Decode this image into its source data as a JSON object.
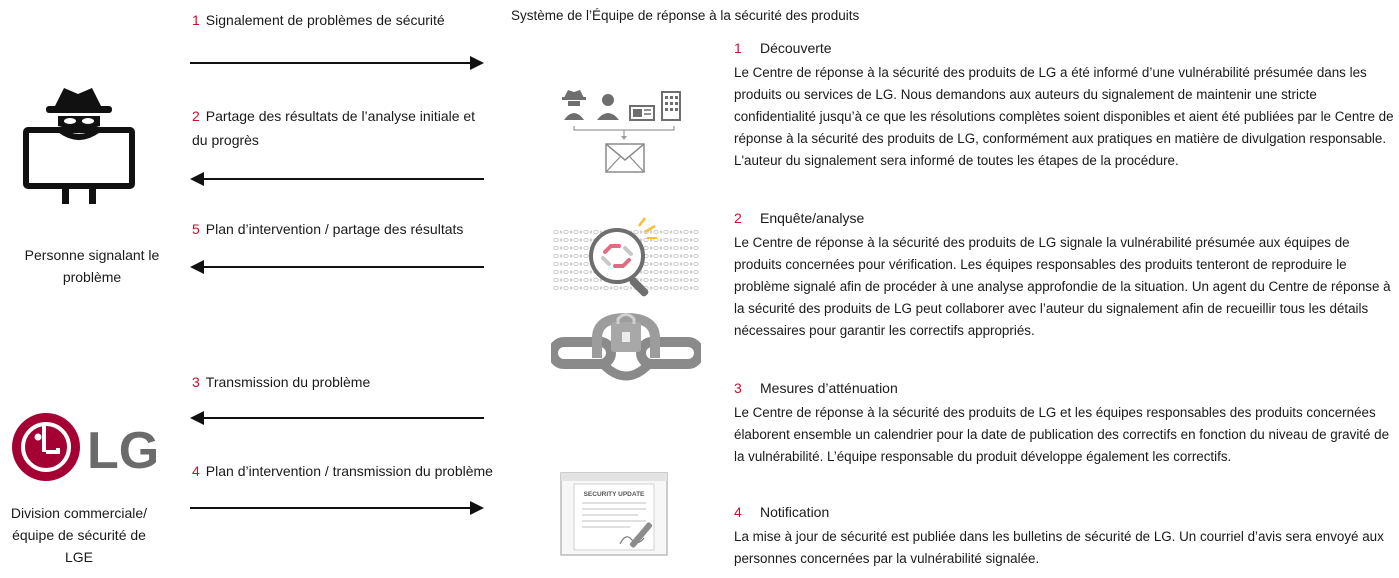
{
  "flows": [
    {
      "num": "1",
      "label": "Signalement de problèmes de sécurité",
      "direction": "right"
    },
    {
      "num": "2",
      "label": "Partage des résultats de l’analyse initiale et du progrès",
      "direction": "left"
    },
    {
      "num": "5",
      "label": "Plan d’intervention / partage des résultats",
      "direction": "left"
    },
    {
      "num": "3",
      "label": "Transmission du problème",
      "direction": "left"
    },
    {
      "num": "4",
      "label": "Plan d’intervention / transmission du problème",
      "direction": "right"
    }
  ],
  "actors": {
    "reporter": {
      "label": "Personne signalant le problème",
      "icon": "hacker-icon"
    },
    "lge": {
      "label": "Division commerciale/ équipe de sécurité de LGE",
      "logo_text": "LG",
      "brand_color": "#a50034"
    }
  },
  "system": {
    "title": "Système de l’Équipe de réponse à la sécurité des produits",
    "steps": [
      {
        "num": "1",
        "title": "Découverte",
        "body": "Le Centre de réponse à la sécurité des produits de LG a été informé d’une vulnérabilité présumée dans les produits ou services de LG. Nous demandons aux auteurs du signalement de maintenir une stricte confidentialité jusqu’à ce que les résolutions complètes soient disponibles et aient été publiées par le Centre de réponse à la sécurité des produits de LG, conformément aux pratiques en matière de divulgation responsable. L'auteur du signalement sera informé de toutes les étapes de la procédure."
      },
      {
        "num": "2",
        "title": "Enquête/analyse",
        "body": "Le Centre de réponse à la sécurité des produits de LG signale la vulnérabilité présumée aux équipes de produits concernées pour vérification. Les équipes responsables des produits tenteront de reproduire le problème signalé afin de procéder à une analyse approfondie de la situation. Un agent du Centre de réponse à la sécurité des produits de LG peut collaborer avec l’auteur du signalement afin de recueillir tous les détails nécessaires pour garantir les correctifs appropriés."
      },
      {
        "num": "3",
        "title": "Mesures d’atténuation",
        "body": "Le Centre de réponse à la sécurité des produits de LG et les équipes responsables des produits concernées élaborent ensemble un calendrier pour la date de publication des correctifs en fonction du niveau de gravité de la vulnérabilité. L’équipe responsable du produit développe également les correctifs."
      },
      {
        "num": "4",
        "title": "Notification",
        "body": "La mise à jour de sécurité est publiée dans les bulletins de sécurité de LG. Un courriel d’avis sera envoyé aux personnes concernées par la vulnérabilité signalée."
      }
    ],
    "illustrations": {
      "discovery": "reporters-to-mail-icon",
      "analysis": "magnifier-chain-icon",
      "mitigation": "chain-lock-icon",
      "notification_doc_title": "SECURITY UPDATE"
    }
  },
  "colors": {
    "accent": "#c8102e",
    "arrow": "#111111",
    "lg_brand": "#a50034",
    "lg_text": "#6b6b6b"
  }
}
